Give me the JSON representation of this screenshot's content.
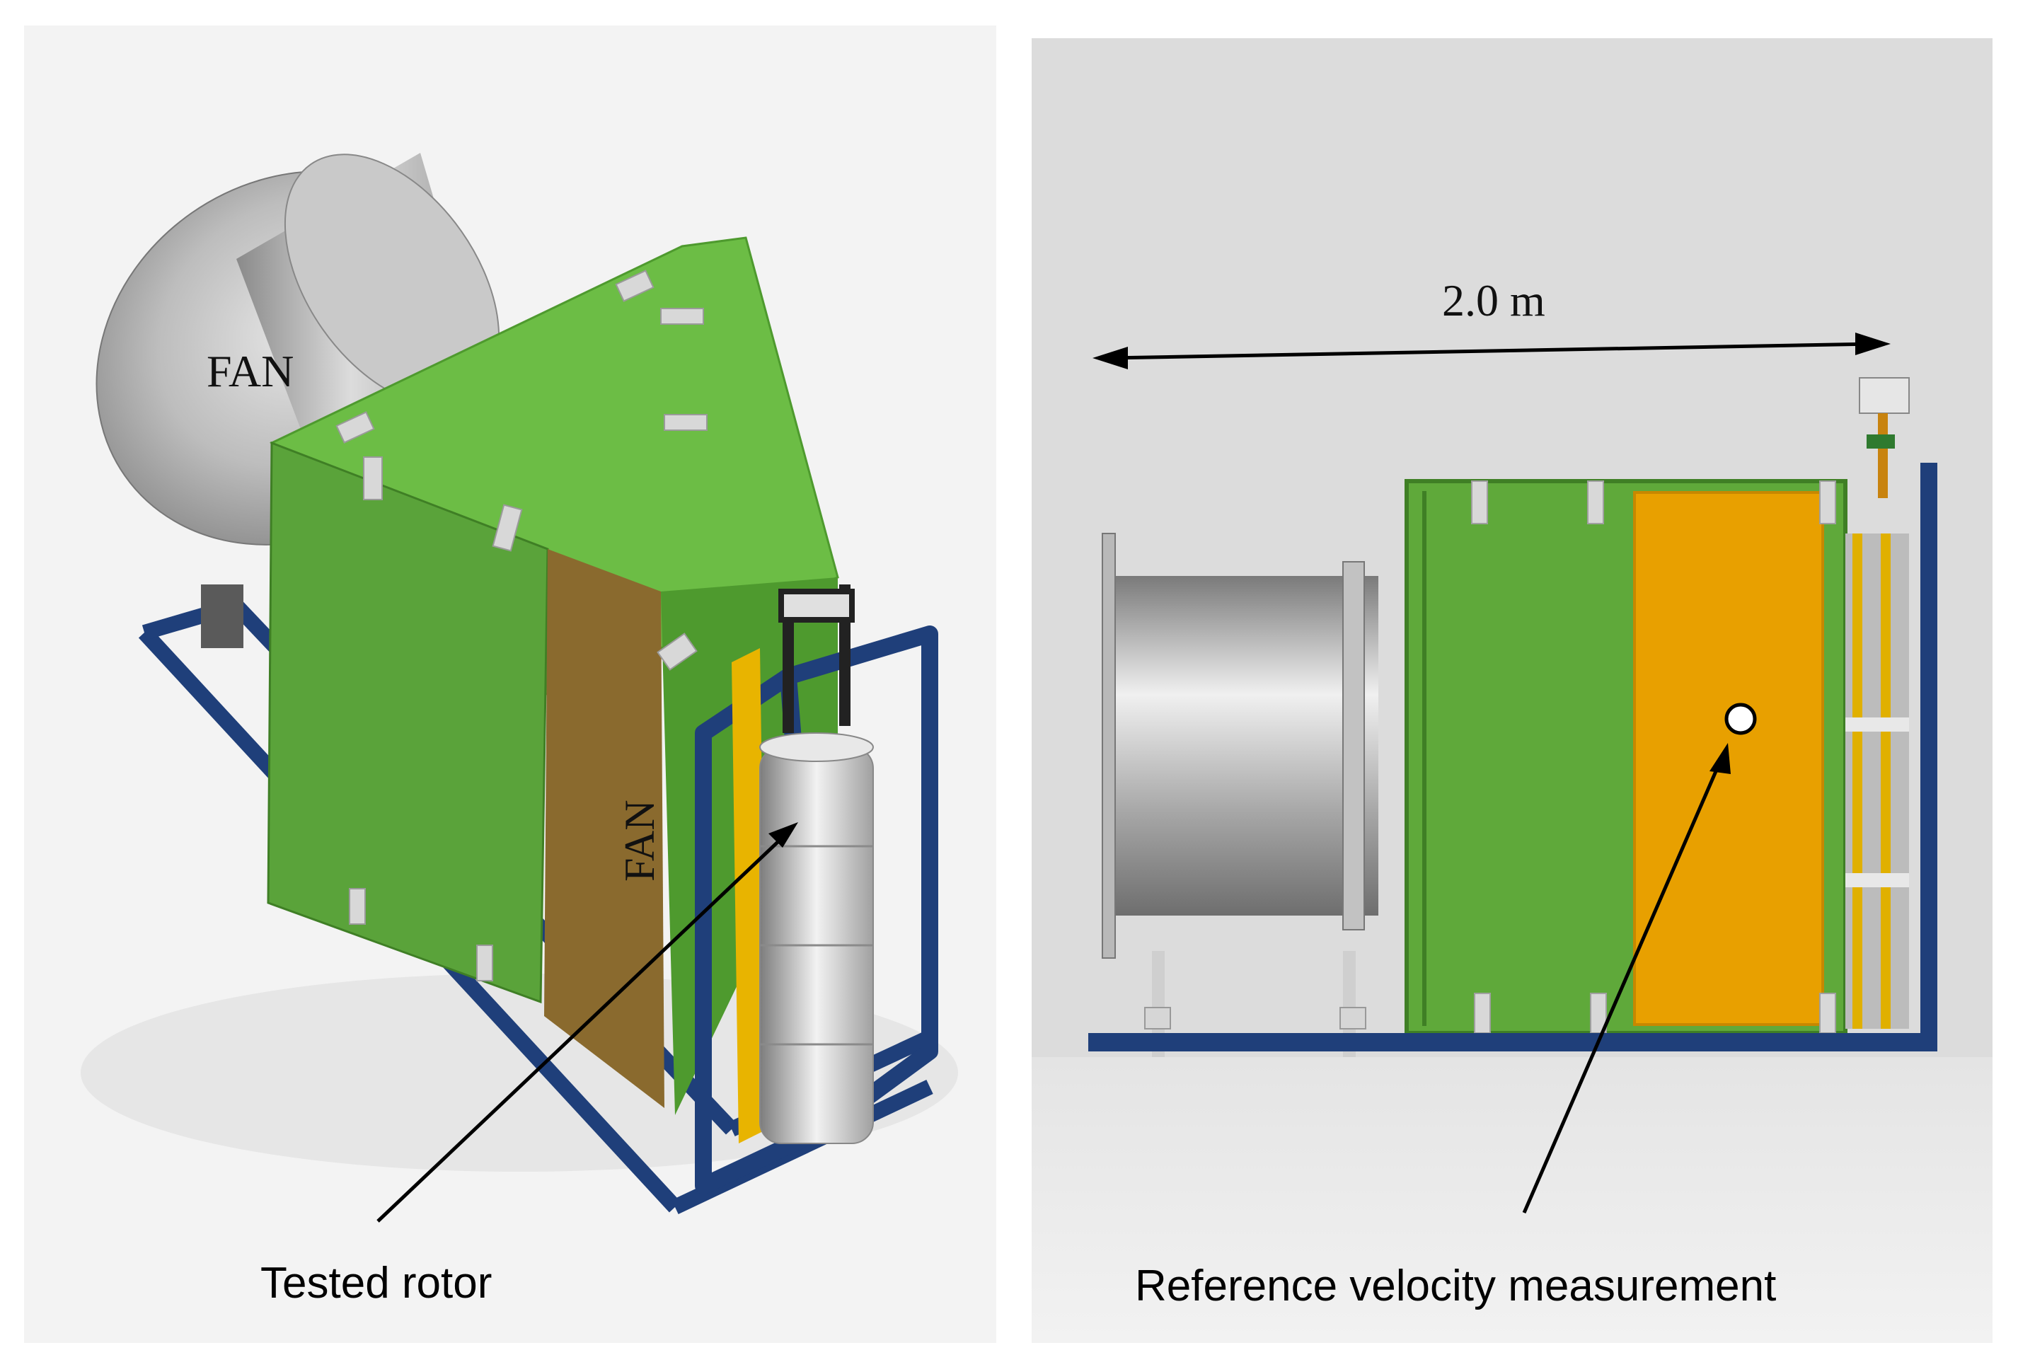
{
  "left_panel": {
    "fan_label_top": "FAN",
    "fan_label_rotated": "FAN",
    "callout": "Tested rotor"
  },
  "right_panel": {
    "dimension": "2.0 m",
    "callout": "Reference velocity measurement"
  },
  "colors": {
    "duct_green": "#6cbd45",
    "duct_green_dark": "#4e9a2e",
    "panel_orange": "#e8a000",
    "frame_blue": "#1f3f7a",
    "fan_gray": "#b8b8b8",
    "rotor_silver": "#d9d9d9",
    "plate_light": "#d8d8d8"
  }
}
